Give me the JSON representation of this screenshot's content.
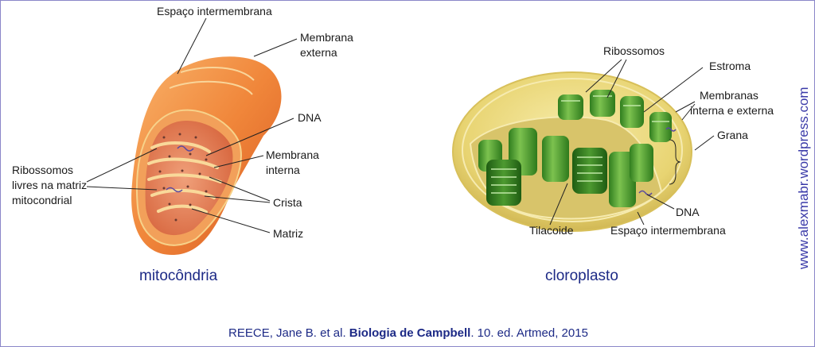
{
  "mito": {
    "caption": "mitocôndria",
    "labels": {
      "intermembrane": "Espaço intermembrana",
      "outer_1": "Membrana",
      "outer_2": "externa",
      "dna": "DNA",
      "inner_1": "Membrana",
      "inner_2": "interna",
      "ribo_1": "Ribossomos",
      "ribo_2": "livres na matriz",
      "ribo_3": "mitocondrial",
      "crista": "Crista",
      "matrix": "Matriz"
    }
  },
  "chloro": {
    "caption": "cloroplasto",
    "labels": {
      "ribosomes": "Ribossomos",
      "stroma": "Estroma",
      "membranes_1": "Membranas",
      "membranes_2": "interna e externa",
      "grana": "Grana",
      "dna": "DNA",
      "thylakoid": "Tilacoide",
      "intermembrane": "Espaço intermembrana"
    }
  },
  "citation": {
    "author": "REECE, Jane B. et al.",
    "title": "Biologia de Campbell",
    "rest": ". 10. ed. Artmed, 2015"
  },
  "watermark": "www.alexmabr.wordpress.com",
  "colors": {
    "mito_outer": "#f08a3a",
    "mito_inner": "#e25a22",
    "chloro_outer": "#e6d270",
    "grana": "#3f9a2a",
    "text_caption": "#1d2a86"
  }
}
